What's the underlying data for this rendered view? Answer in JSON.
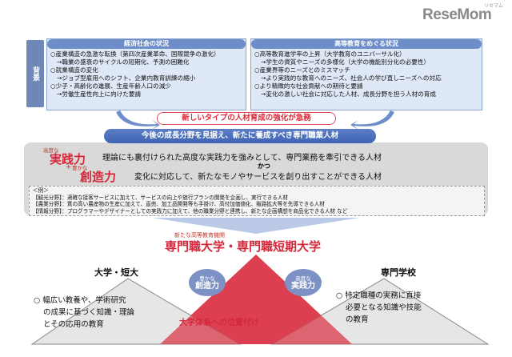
{
  "logo": {
    "text": "ReseMom",
    "sub": "リセマム"
  },
  "background_label": "背景",
  "left_panel": {
    "title": "経済社会の状況",
    "items": [
      {
        "main": "○産業構造の急激な転換（第四次産業革命、国際競争の激化）",
        "sub": "→職業の盛衰のサイクルの短期化、予測の困難化"
      },
      {
        "main": "○就業構造の変化",
        "sub": "→ジョブ型雇用へのシフト、企業内教育訓練の縮小"
      },
      {
        "main": "○少子・高齢化の進展、生産年齢人口の減少",
        "sub": "→労働生産性向上に向けた要請"
      }
    ]
  },
  "right_panel": {
    "title": "高等教育をめぐる状況",
    "items": [
      {
        "main": "○高等教育進学率の上昇（大学教育のユニバーサル化）",
        "sub": "→学生の資質やニーズの多様化（大学の機能別分化の必要性）"
      },
      {
        "main": "○産業界等のニーズとのミスマッチ",
        "sub": "→より実践的な教育へのニーズ、社会人の学び直しニーズへの対応"
      },
      {
        "main": "○より精緻的な社会貢献への期待と要請",
        "sub": "→変化の激しい社会に対応した人材、成長分野を担う人材の育成"
      }
    ]
  },
  "red_banner": "新しいタイプの人材育成の強化が急務",
  "blue_bar": "今後の成長分野を見据え、新たに養成すべき専門職業人材",
  "abilities": [
    {
      "small": "高度な",
      "big": "実践力",
      "text": "理論にも裏付けられた高度な実践力を強みとして、専門業務を牽引できる人材"
    },
    {
      "small": "豊かな",
      "big": "創造力",
      "text": "変化に対応して、新たなモノやサービスを創り出すことができる人材"
    }
  ],
  "kai": "かつ",
  "plus": "+",
  "examples": {
    "header": "＜例＞",
    "lines": [
      "【観光分野】：適確な接客サービスに加えて、サービスの向上や旅行プランの開発を企画し、実行できる人材",
      "【農業分野】：質の高い農産物の生産に加えて、直売、加工品開発等も手掛け、高付加価値化、販路拡大等を先導できる人材",
      "【情報分野】：プログラマーやデザイナーとしての実践力に加えて、他の職業分野と連携し、新たな企画構想を商品化できる人材  など"
    ]
  },
  "institution": {
    "label": "新たな高等教育機関",
    "title": "専門職大学・専門職短期大学"
  },
  "univ": {
    "title": "大学・短大",
    "lines": [
      "○ 幅広い教養や、学術研究",
      "の成果に基づく知識・理論",
      "とその応用の教育"
    ]
  },
  "senmon": {
    "title": "専門学校",
    "lines": [
      "○ 特定職種の実務に直接",
      "必要となる知識や技能",
      "の教育"
    ]
  },
  "ovals": [
    {
      "small": "豊かな",
      "big": "創造力"
    },
    {
      "small": "高度な",
      "big": "実践力"
    }
  ],
  "bottom_label": "大学体系への位置付け",
  "colors": {
    "accent_red": "#d4283a",
    "panel_blue": "#6e8ec9",
    "bar_blue": "#3e63b2"
  }
}
